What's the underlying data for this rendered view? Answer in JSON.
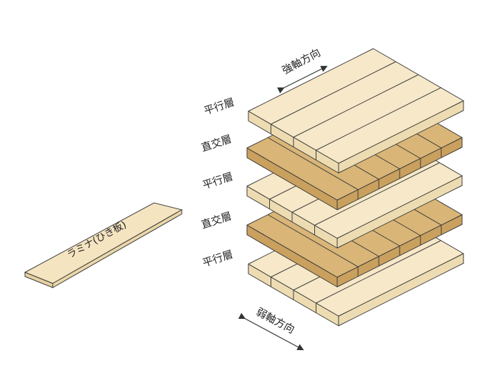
{
  "layers": [
    {
      "label": "平行層",
      "type": "parallel"
    },
    {
      "label": "直交層",
      "type": "cross"
    },
    {
      "label": "平行層",
      "type": "parallel"
    },
    {
      "label": "直交層",
      "type": "cross"
    },
    {
      "label": "平行層",
      "type": "parallel"
    }
  ],
  "lamina_label": "ラミナ(ひき板)",
  "strong_axis_label": "強軸方向",
  "weak_axis_label": "弱軸方向",
  "colors": {
    "parallel_top": "#f6e8c8",
    "parallel_side": "#eddcb2",
    "cross_top": "#d9b577",
    "cross_side": "#c9a05e",
    "outline": "#3a3a3a"
  }
}
